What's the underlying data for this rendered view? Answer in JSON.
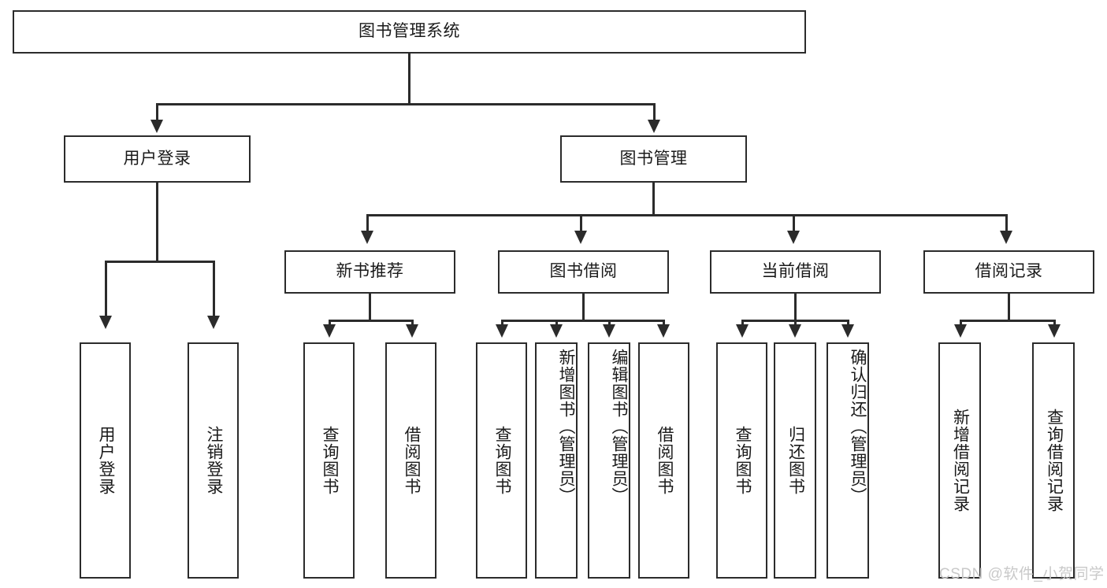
{
  "diagram": {
    "type": "tree-hierarchy",
    "title": "图书管理系统",
    "watermark": "CSDN @软件_小贺同学",
    "colors": {
      "stroke": "#2b2b2b",
      "fill": "#ffffff",
      "text": "#1a1a1a",
      "watermark": "#c9c9c9"
    },
    "levels": {
      "root": {
        "label": "图书管理系统"
      },
      "level2": [
        {
          "label": "用户登录"
        },
        {
          "label": "图书管理"
        }
      ],
      "level3": [
        {
          "label": "新书推荐"
        },
        {
          "label": "图书借阅"
        },
        {
          "label": "当前借阅"
        },
        {
          "label": "借阅记录"
        }
      ],
      "leaves": [
        {
          "label": "用户登录",
          "parent": "用户登录"
        },
        {
          "label": "注销登录",
          "parent": "用户登录"
        },
        {
          "label": "查询图书",
          "parent": "新书推荐"
        },
        {
          "label": "借阅图书",
          "parent": "新书推荐"
        },
        {
          "label": "查询图书",
          "parent": "图书借阅"
        },
        {
          "label": "新增图书（管理员）",
          "parent": "图书借阅"
        },
        {
          "label": "编辑图书（管理员）",
          "parent": "图书借阅"
        },
        {
          "label": "借阅图书",
          "parent": "图书借阅"
        },
        {
          "label": "查询图书",
          "parent": "当前借阅"
        },
        {
          "label": "归还图书",
          "parent": "当前借阅"
        },
        {
          "label": "确认归还（管理员）",
          "parent": "当前借阅"
        },
        {
          "label": "新增借阅记录",
          "parent": "借阅记录"
        },
        {
          "label": "查询借阅记录",
          "parent": "借阅记录"
        }
      ]
    }
  }
}
